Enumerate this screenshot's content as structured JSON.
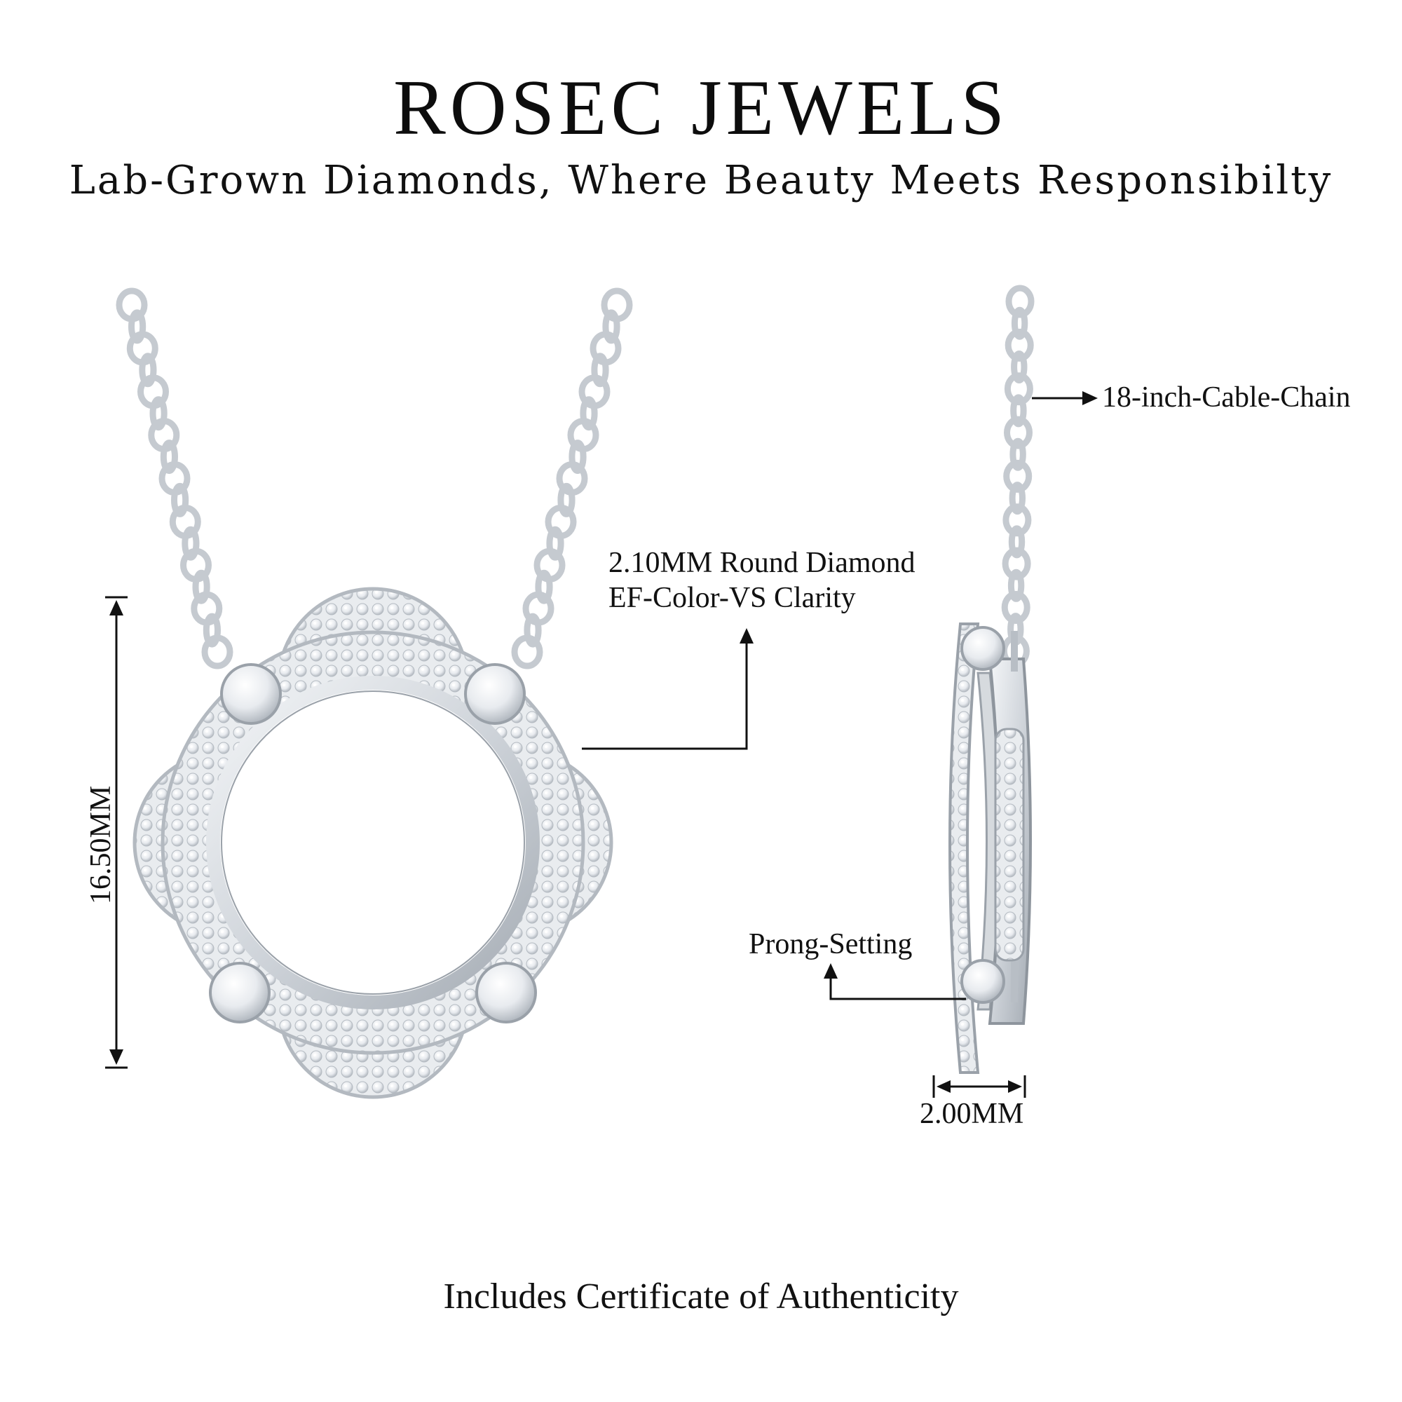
{
  "header": {
    "brand": "ROSEC JEWELS",
    "tagline": "Lab-Grown Diamonds, Where Beauty Meets Responsibilty"
  },
  "annotations": {
    "height": "16.50MM",
    "diamond_line1": "2.10MM Round Diamond",
    "diamond_line2": "EF-Color-VS Clarity",
    "chain": "18-inch-Cable-Chain",
    "setting": "Prong-Setting",
    "thickness": "2.00MM"
  },
  "footer": {
    "note": "Includes Certificate of Authenticity"
  },
  "colors": {
    "metal": "#d9dde2",
    "metal_dark": "#9aa1a9",
    "ink": "#111111"
  }
}
